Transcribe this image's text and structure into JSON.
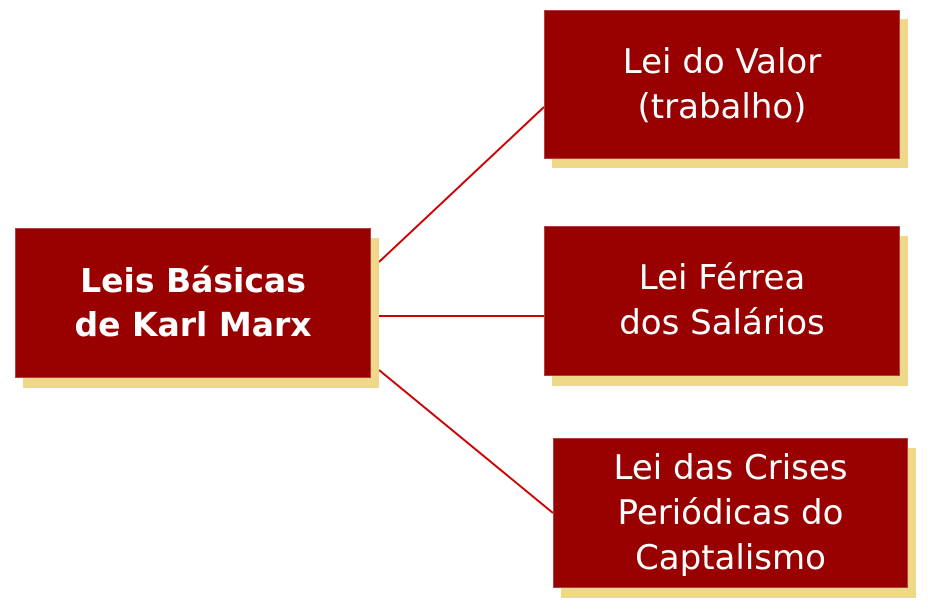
{
  "root": {
    "lines": [
      "Leis Básicas",
      "de Karl Marx"
    ]
  },
  "branches": [
    {
      "lines": [
        "Lei do Valor",
        "(trabalho)"
      ]
    },
    {
      "lines": [
        "Lei Férrea",
        "dos Salários"
      ]
    },
    {
      "lines": [
        "Lei das Crises",
        "Periódicas do",
        "Captalismo"
      ]
    }
  ],
  "colors": {
    "box": "#990000",
    "shadow": "#EFD887",
    "connector": "#CC0000"
  }
}
